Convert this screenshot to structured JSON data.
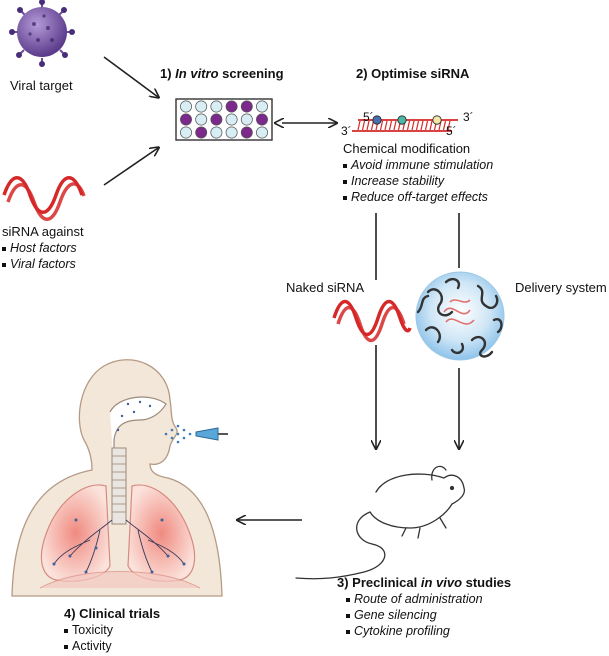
{
  "viral_target": {
    "label": "Viral target"
  },
  "sirna_against": {
    "label": "siRNA against",
    "items": [
      "Host factors",
      "Viral factors"
    ]
  },
  "step1": {
    "prefix": "1) ",
    "emph": "In vitro",
    "suffix": " screening"
  },
  "step2": {
    "title": "2) Optimise siRNA",
    "strand_top_left": "5´",
    "strand_top_right": "3´",
    "strand_bottom_left": "3´",
    "strand_bottom_right": "5´",
    "subtitle": "Chemical modification",
    "items": [
      "Avoid immune stimulation",
      "Increase stability",
      "Reduce off-target effects"
    ]
  },
  "naked": {
    "label": "Naked siRNA"
  },
  "delivery": {
    "label": "Delivery system"
  },
  "step3": {
    "prefix": "3) Preclinical ",
    "emph": "in vivo",
    "suffix": " studies",
    "items": [
      "Route of administration",
      "Gene silencing",
      "Cytokine profiling"
    ]
  },
  "step4": {
    "title": "4) Clinical trials",
    "items": [
      "Toxicity",
      "Activity"
    ]
  },
  "colors": {
    "rna_red": "#d62828",
    "well_purple": "#7b2a8c",
    "well_light": "#d6eef4",
    "virus": "#7a5aa8"
  }
}
